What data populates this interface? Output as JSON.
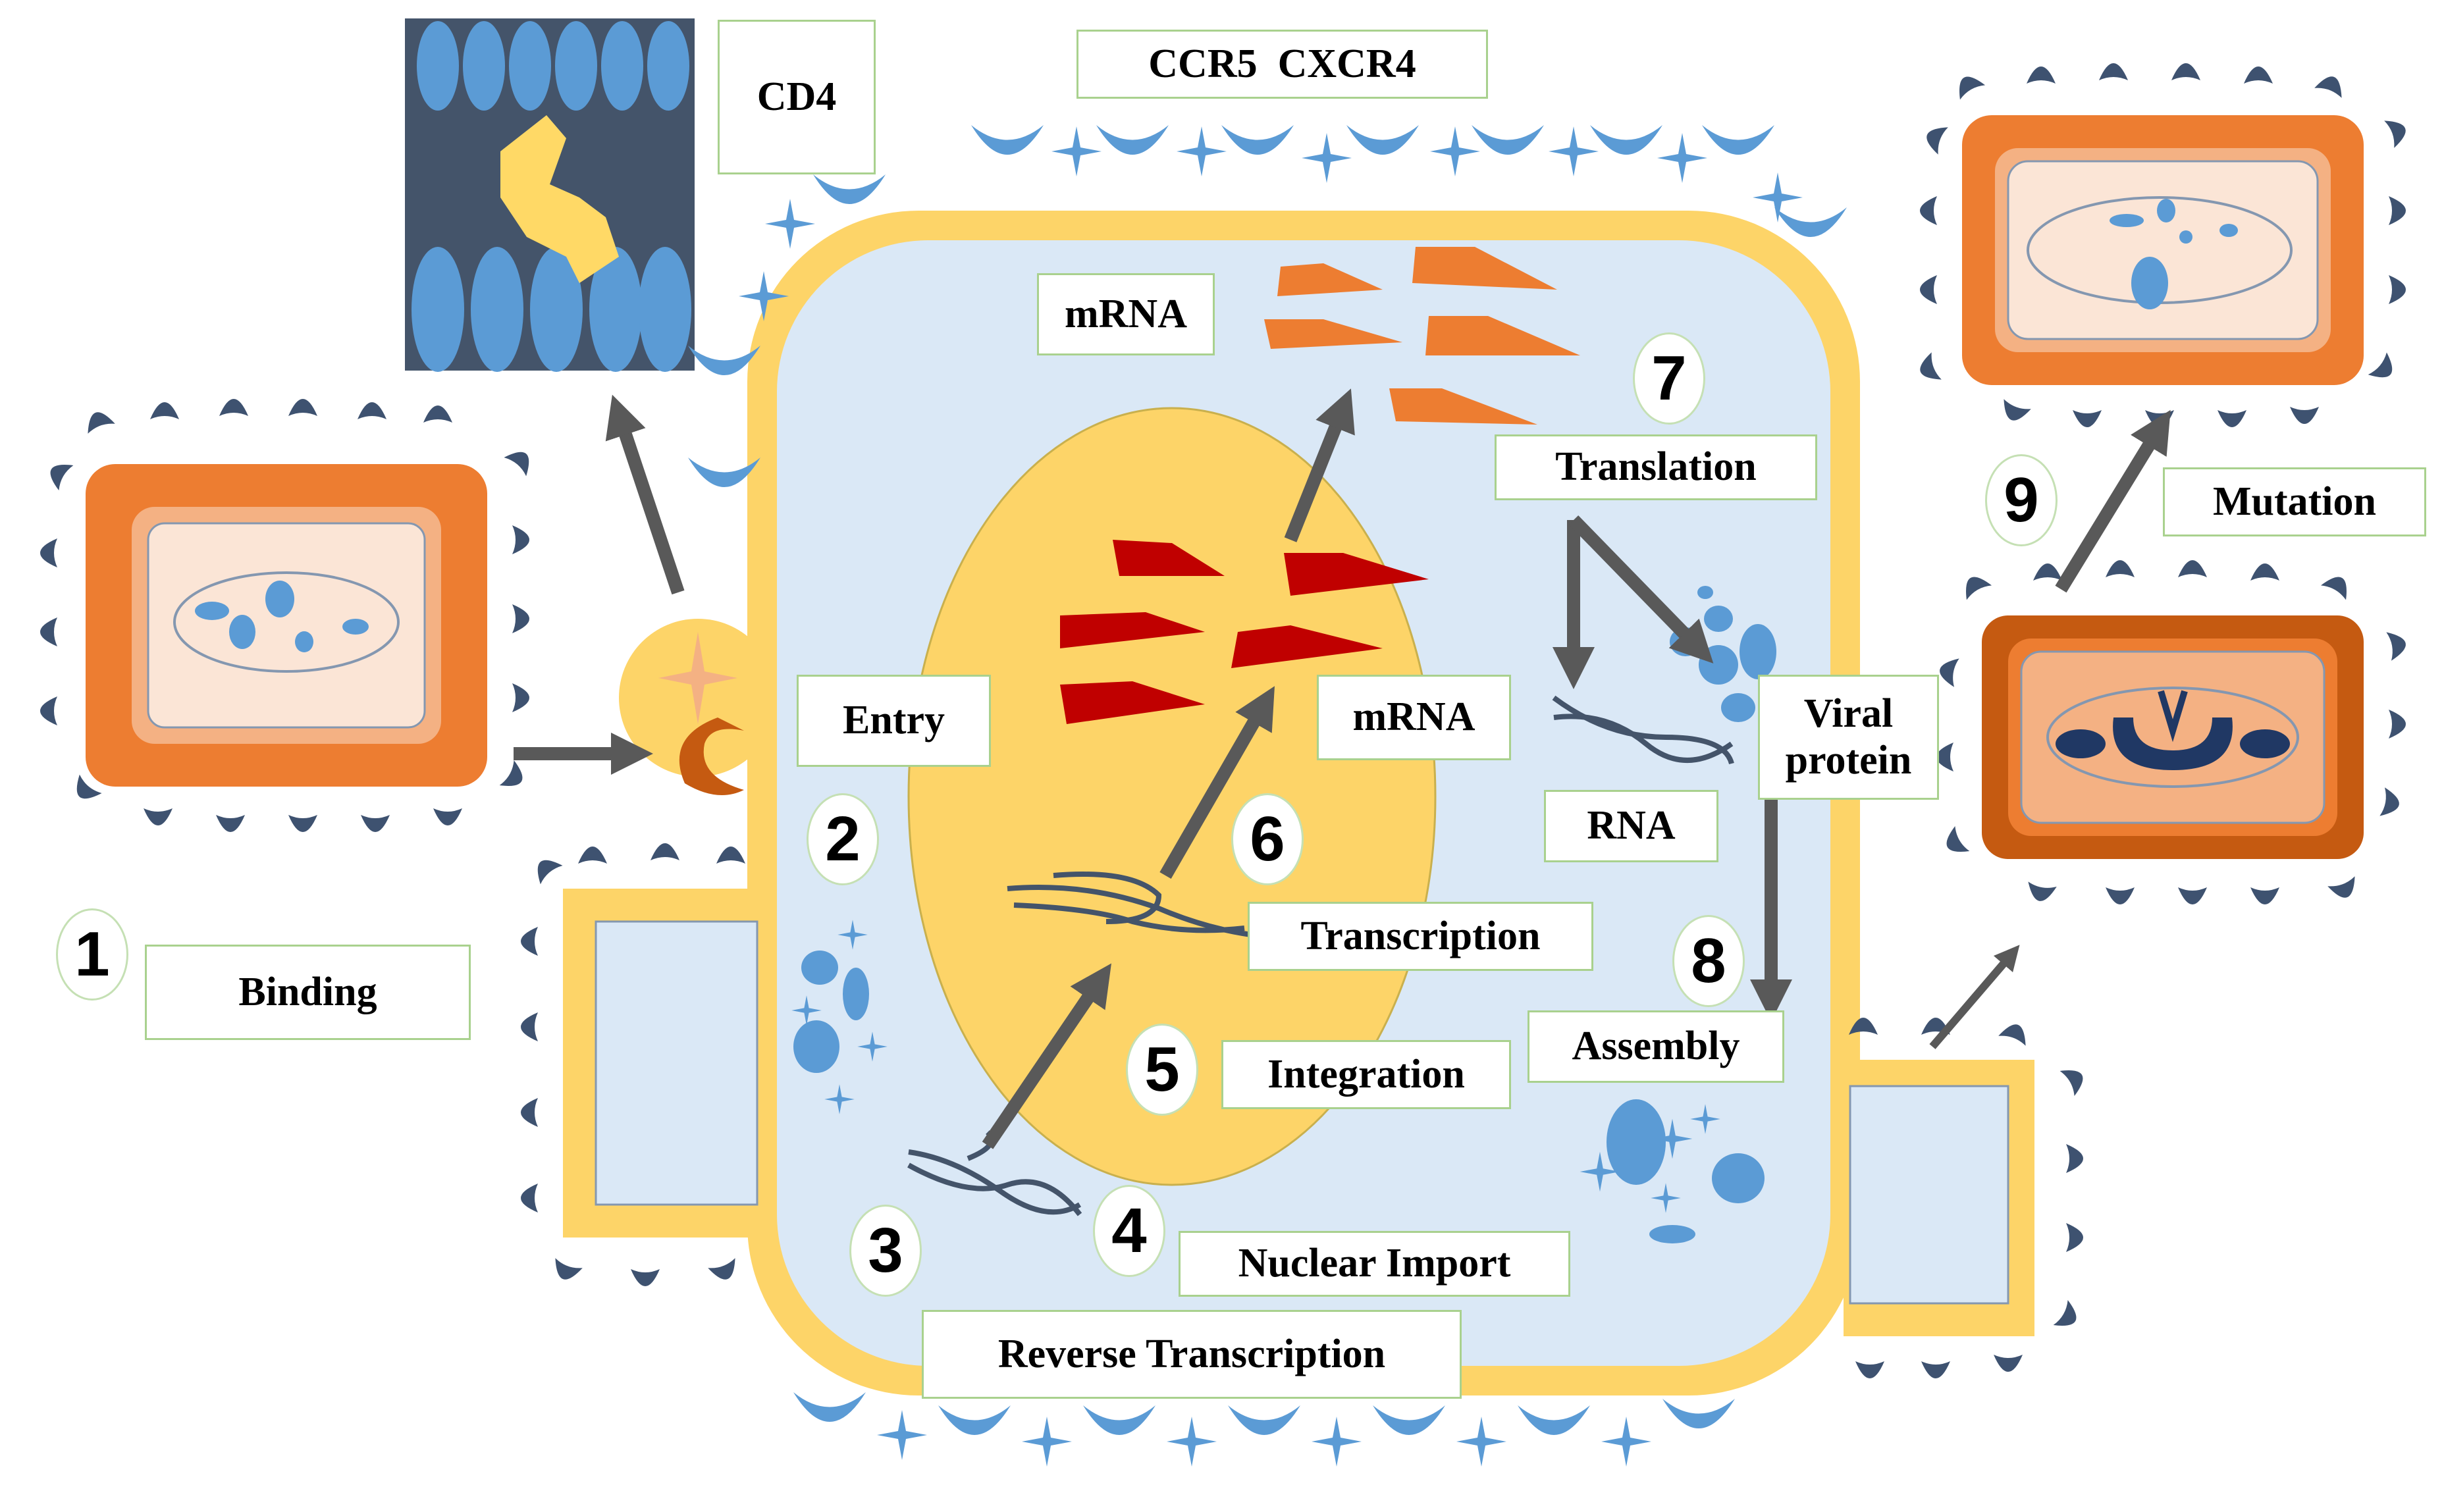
{
  "labels": {
    "cd4": "CD4",
    "receptors": "CCR5  CXCR4",
    "mrna_top": "mRNA",
    "translation": "Translation",
    "mutation": "Mutation",
    "entry": "Entry",
    "mrna_mid": "mRNA",
    "viral_protein": "Viral protein",
    "rna": "RNA",
    "transcription": "Transcription",
    "binding": "Binding",
    "assembly": "Assembly",
    "integration": "Integration",
    "nuclear_import": "Nuclear Import",
    "reverse_transcription": "Reverse Transcription"
  },
  "steps": [
    "1",
    "2",
    "3",
    "4",
    "5",
    "6",
    "7",
    "8",
    "9"
  ],
  "colors": {
    "membrane": "#fdd468",
    "cytoplasm": "#dae8f6",
    "receptor": "#5b9bd5",
    "spike": "#3e5270",
    "virion_outer": "#ed7d31",
    "virion_inner": "#f4b183",
    "virion_core": "#fbe5d6",
    "mrna_red": "#c00000",
    "mrna_orange": "#ed7d31",
    "arrow": "#595959",
    "box_border": "#a9d18e"
  }
}
